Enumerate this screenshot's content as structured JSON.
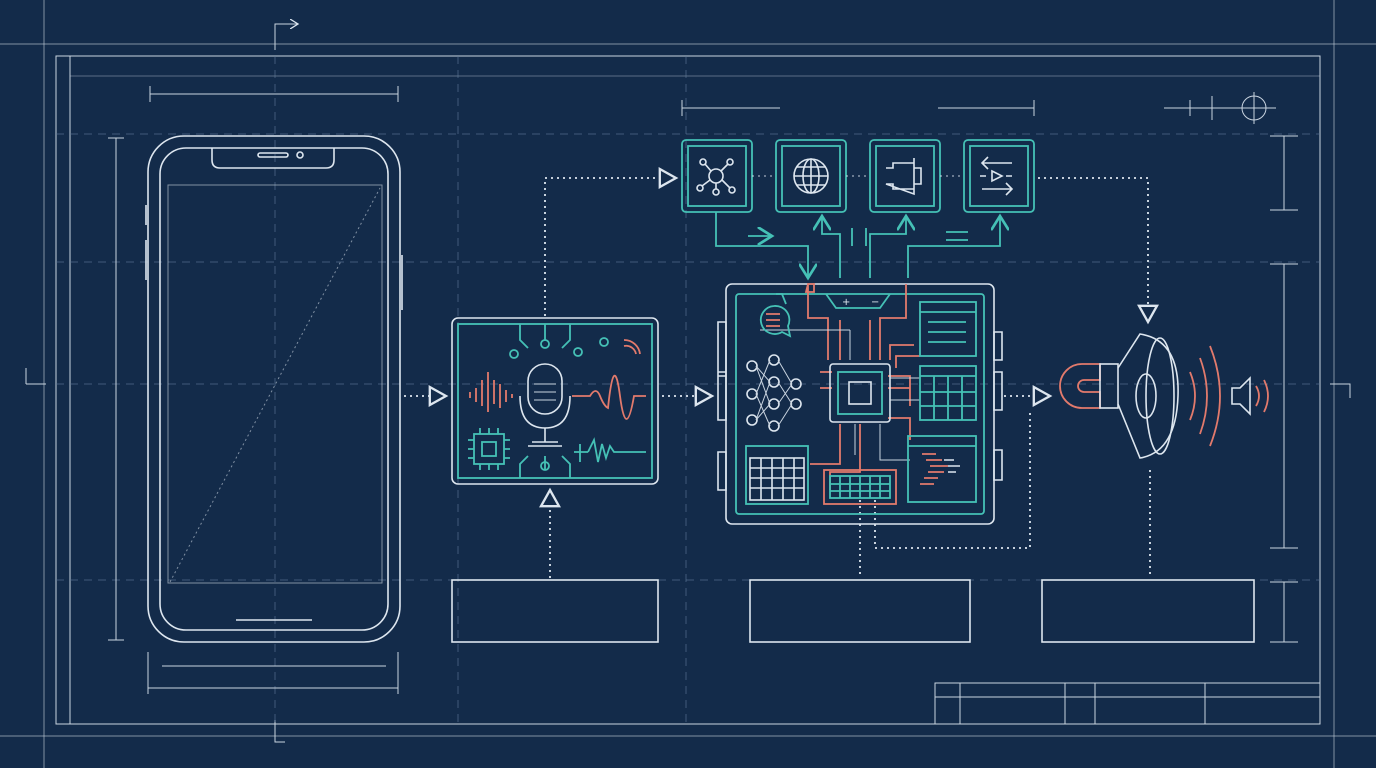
{
  "colors": {
    "background": "#132b4a",
    "line": "#dde6ef",
    "accent_teal": "#45c1b6",
    "accent_coral": "#e27a6c"
  },
  "processor": {
    "plus_label": "+",
    "minus_label": "−"
  },
  "icons": [
    "smartphone",
    "microphone",
    "sound-wave",
    "chip",
    "network-hub",
    "globe",
    "module",
    "bidirectional-arrows",
    "neural-network",
    "cpu",
    "chat-bubble",
    "data-table",
    "keyboard",
    "code-window",
    "speaker",
    "volume"
  ]
}
